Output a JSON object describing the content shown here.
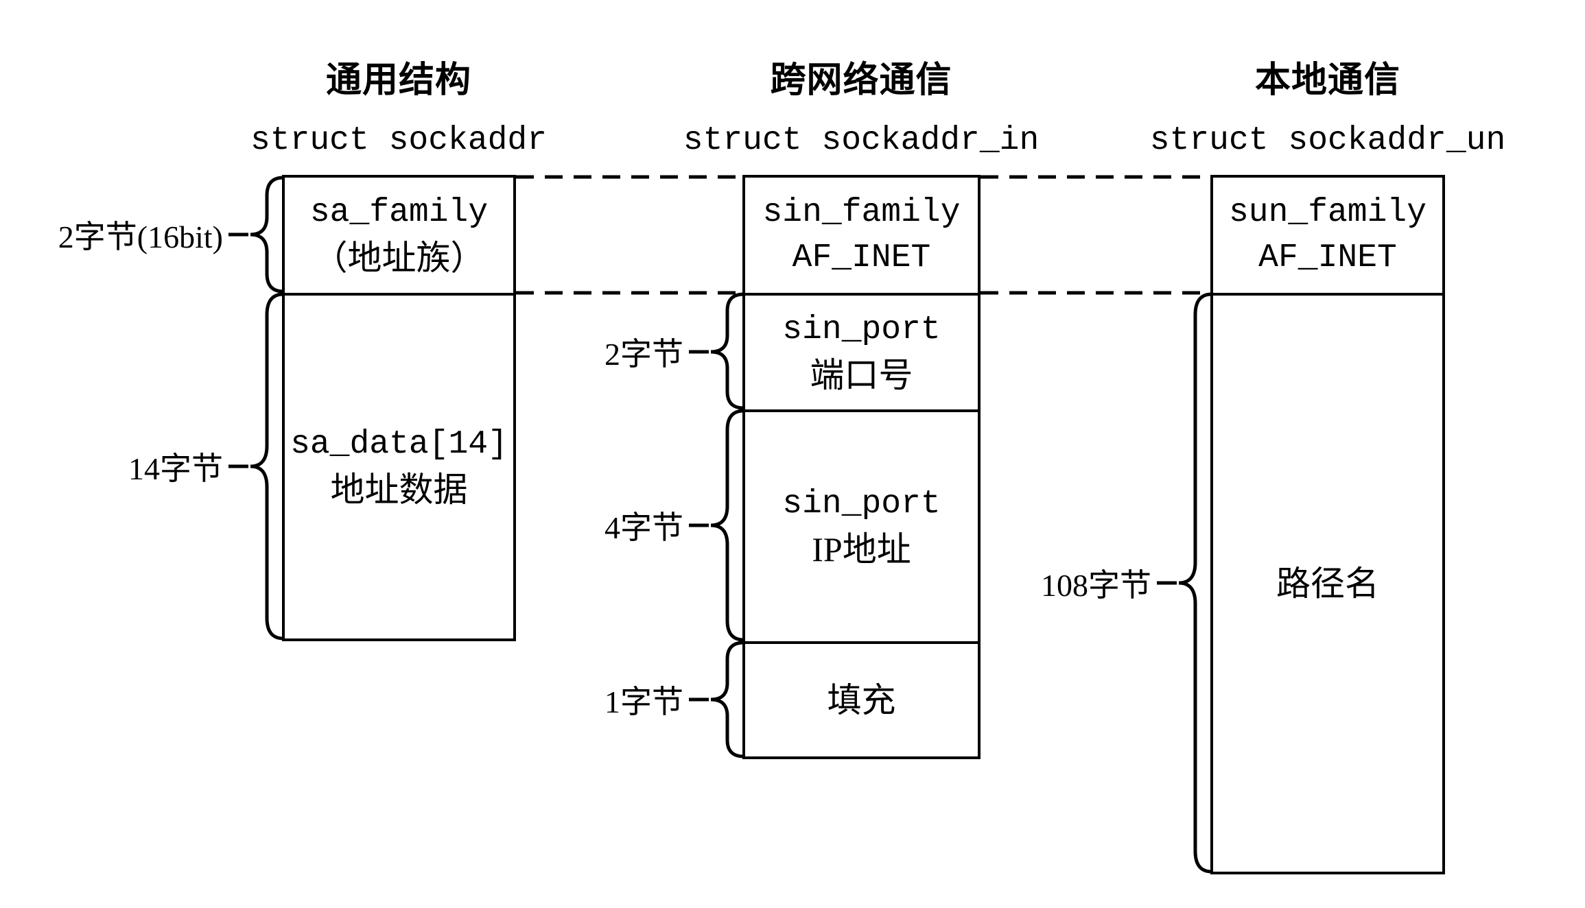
{
  "diagram_title": "socket address structures",
  "columns": [
    {
      "category": "通用结构",
      "struct_name": "struct sockaddr",
      "rows": [
        {
          "field": "sa_family",
          "desc": "（地址族）",
          "size_label": "2字节(16bit)"
        },
        {
          "field": "sa_data[14]",
          "desc": "地址数据",
          "size_label": "14字节"
        }
      ]
    },
    {
      "category": "跨网络通信",
      "struct_name": "struct sockaddr_in",
      "rows": [
        {
          "field": "sin_family",
          "desc": "AF_INET",
          "size_label": ""
        },
        {
          "field": "sin_port",
          "desc": "端口号",
          "size_label": "2字节"
        },
        {
          "field": "sin_port",
          "desc": "IP地址",
          "size_label": "4字节"
        },
        {
          "field": "",
          "desc": "填充",
          "size_label": "1字节"
        }
      ]
    },
    {
      "category": "本地通信",
      "struct_name": "struct sockaddr_un",
      "rows": [
        {
          "field": "sun_family",
          "desc": "AF_INET",
          "size_label": ""
        },
        {
          "field": "",
          "desc": "路径名",
          "size_label": "108字节"
        }
      ]
    }
  ],
  "colors": {
    "ink": "#000000",
    "background": "#ffffff"
  }
}
